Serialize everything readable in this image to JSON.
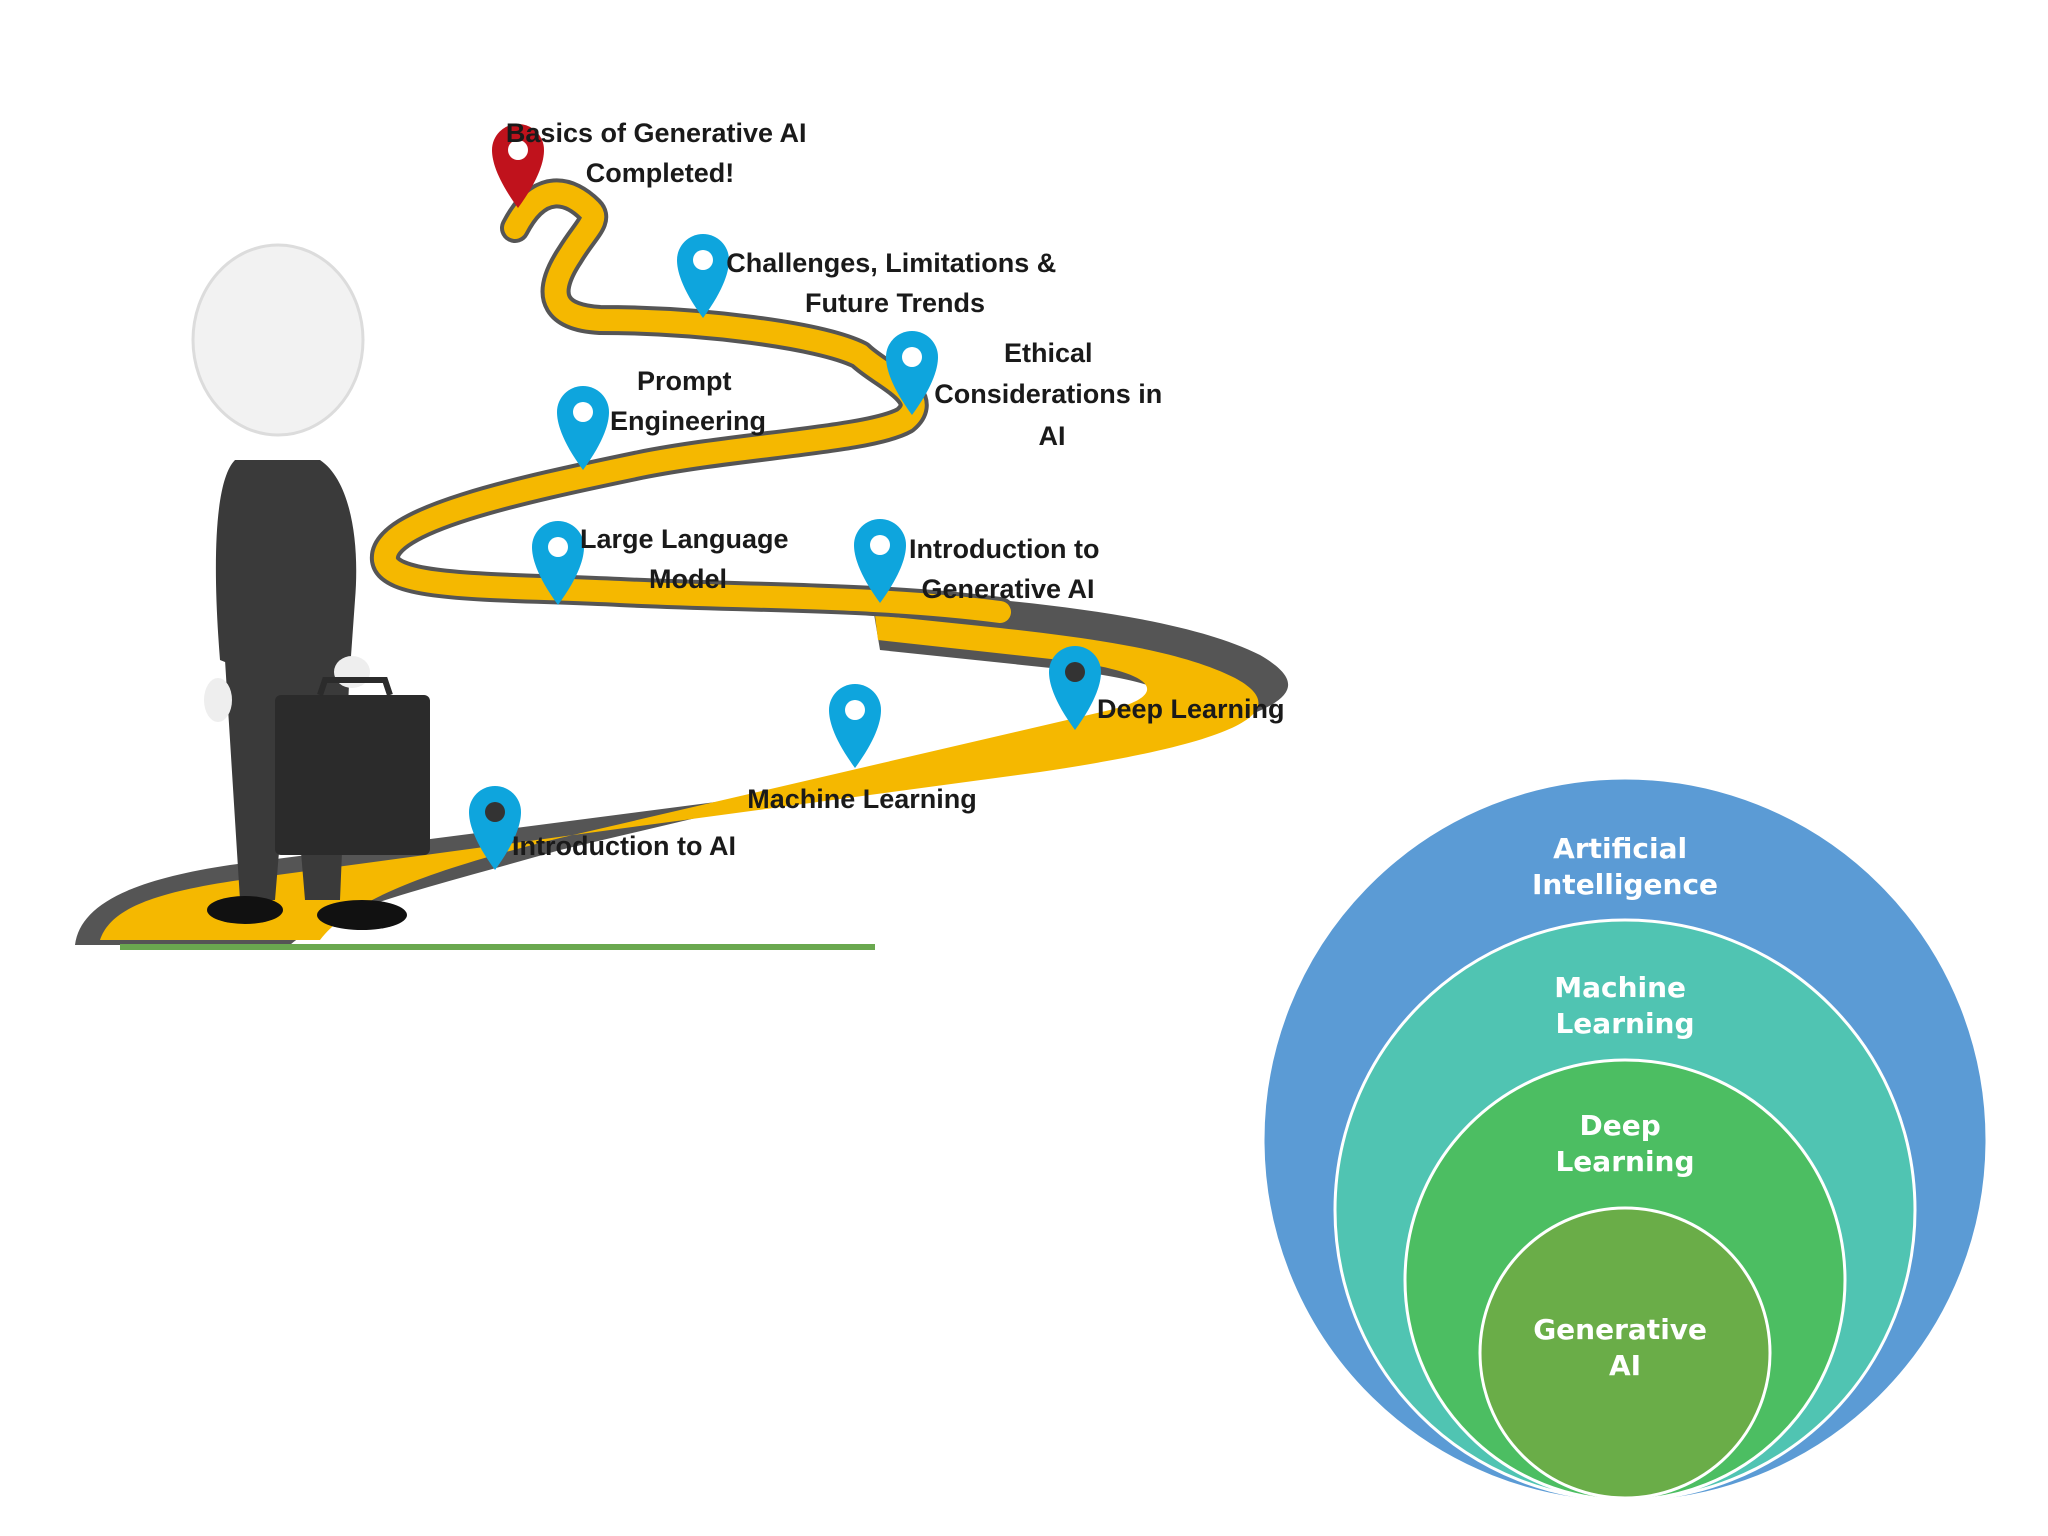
{
  "roadmap": {
    "goal": {
      "line1": "Basics of Generative  AI",
      "line2": "Completed!"
    },
    "milestones": [
      {
        "id": "intro-ai",
        "lines": [
          "Introduction to AI"
        ]
      },
      {
        "id": "machine-learning",
        "lines": [
          "Machine Learning"
        ]
      },
      {
        "id": "deep-learning",
        "lines": [
          "Deep Learning"
        ]
      },
      {
        "id": "intro-genai",
        "lines": [
          "Introduction to",
          "Generative  AI"
        ]
      },
      {
        "id": "llm",
        "lines": [
          "Large Language",
          "Model"
        ]
      },
      {
        "id": "prompt",
        "lines": [
          "Prompt",
          "Engineering"
        ]
      },
      {
        "id": "ethics",
        "lines": [
          "Ethical",
          "Considerations in",
          "AI"
        ]
      },
      {
        "id": "challenges",
        "lines": [
          "Challenges, Limitations &",
          "Future Trends"
        ]
      }
    ],
    "colors": {
      "pin": "#0ea5dd",
      "goal_pin": "#c0121c",
      "road": "#f5b800",
      "road_edge": "#5a5a5a"
    }
  },
  "venn": {
    "circles": [
      {
        "id": "ai",
        "lines": [
          "Artificial",
          "Intelligence"
        ],
        "color": "#5b9bd5"
      },
      {
        "id": "ml",
        "lines": [
          "Machine",
          "Learning"
        ],
        "color": "#50c4b2"
      },
      {
        "id": "dl",
        "lines": [
          "Deep",
          "Learning"
        ],
        "color": "#4cbe62"
      },
      {
        "id": "genai",
        "lines": [
          "Generative",
          "AI"
        ],
        "color": "#6aad48"
      }
    ]
  }
}
